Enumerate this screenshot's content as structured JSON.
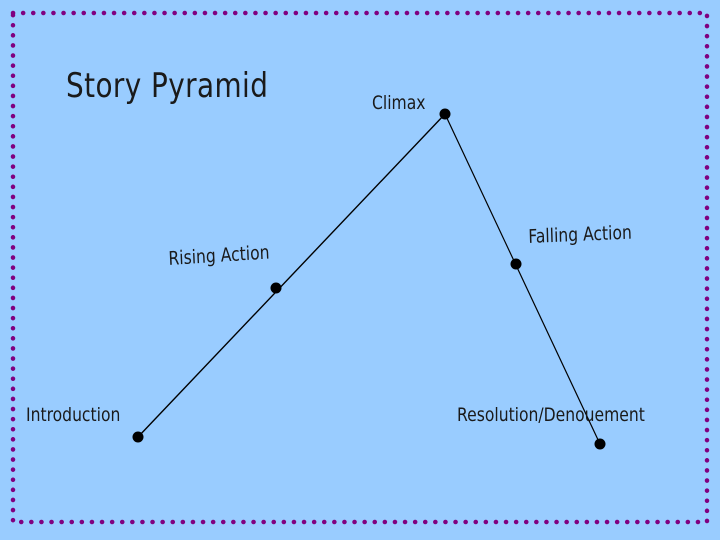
{
  "title": "Story Pyramid",
  "stages": {
    "introduction": "Introduction",
    "rising_action": "Rising Action",
    "climax": "Climax",
    "falling_action": "Falling Action",
    "resolution": "Resolution/Denouement"
  },
  "colors": {
    "background": "#99ccff",
    "border_dots": "#800080",
    "line": "#000000"
  }
}
